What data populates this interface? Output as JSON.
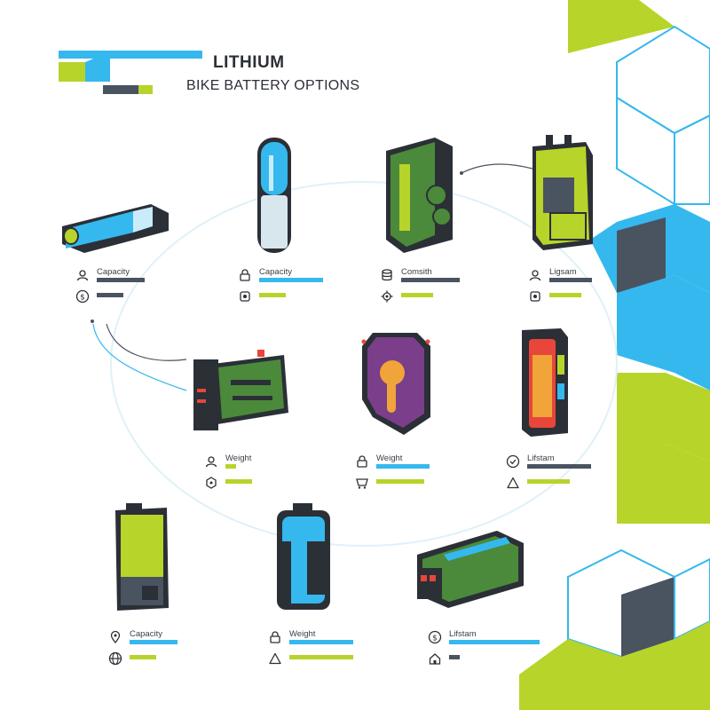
{
  "header": {
    "title": "LITHIUM",
    "subtitle": "BIKE BATTERY OPTIONS"
  },
  "colors": {
    "blue": "#35b8ee",
    "lime": "#b7d42a",
    "dark": "#4a5360",
    "outline": "#2b2f36"
  },
  "options": [
    {
      "name": "option-1",
      "label": "Capacity",
      "row1": {
        "icon": "user-icon",
        "bar_color": "dark",
        "level": 0.45
      },
      "row2": {
        "icon": "dollar-icon",
        "bar_color": "dark",
        "level": 0.25
      }
    },
    {
      "name": "option-2",
      "label": "Capacity",
      "row1": {
        "icon": "lock-icon",
        "bar_color": "blue",
        "level": 0.6
      },
      "row2": {
        "icon": "chip-icon",
        "bar_color": "lime",
        "level": 0.25
      }
    },
    {
      "name": "option-3",
      "label": "Comsith",
      "row1": {
        "icon": "database-icon",
        "bar_color": "dark",
        "level": 0.55
      },
      "row2": {
        "icon": "gear-icon",
        "bar_color": "lime",
        "level": 0.3
      }
    },
    {
      "name": "option-4",
      "label": "Ligsam",
      "row1": {
        "icon": "user-icon",
        "bar_color": "dark",
        "level": 0.4
      },
      "row2": {
        "icon": "chip-icon",
        "bar_color": "lime",
        "level": 0.3
      }
    },
    {
      "name": "option-5",
      "label": "Weight",
      "row1": {
        "icon": "user-icon",
        "bar_color": "lime",
        "level": 0.1
      },
      "row2": {
        "icon": "badge-icon",
        "bar_color": "lime",
        "level": 0.25
      }
    },
    {
      "name": "option-6",
      "label": "Weight",
      "row1": {
        "icon": "lock-icon",
        "bar_color": "blue",
        "level": 0.5
      },
      "row2": {
        "icon": "cart-icon",
        "bar_color": "lime",
        "level": 0.45
      }
    },
    {
      "name": "option-7",
      "label": "Lifstam",
      "row1": {
        "icon": "check-circle-icon",
        "bar_color": "dark",
        "level": 0.6
      },
      "row2": {
        "icon": "triangle-icon",
        "bar_color": "lime",
        "level": 0.4
      }
    },
    {
      "name": "option-8",
      "label": "Capacity",
      "row1": {
        "icon": "pin-icon",
        "bar_color": "blue",
        "level": 0.45
      },
      "row2": {
        "icon": "globe-icon",
        "bar_color": "lime",
        "level": 0.25
      }
    },
    {
      "name": "option-9",
      "label": "Weight",
      "row1": {
        "icon": "lock-icon",
        "bar_color": "blue",
        "level": 0.6
      },
      "row2": {
        "icon": "triangle-icon",
        "bar_color": "lime",
        "level": 0.6
      }
    },
    {
      "name": "option-10",
      "label": "Lifstam",
      "row1": {
        "icon": "dollar-icon",
        "bar_color": "blue",
        "level": 0.85
      },
      "row2": {
        "icon": "house-icon",
        "bar_color": "dark",
        "level": 0.1
      }
    }
  ]
}
